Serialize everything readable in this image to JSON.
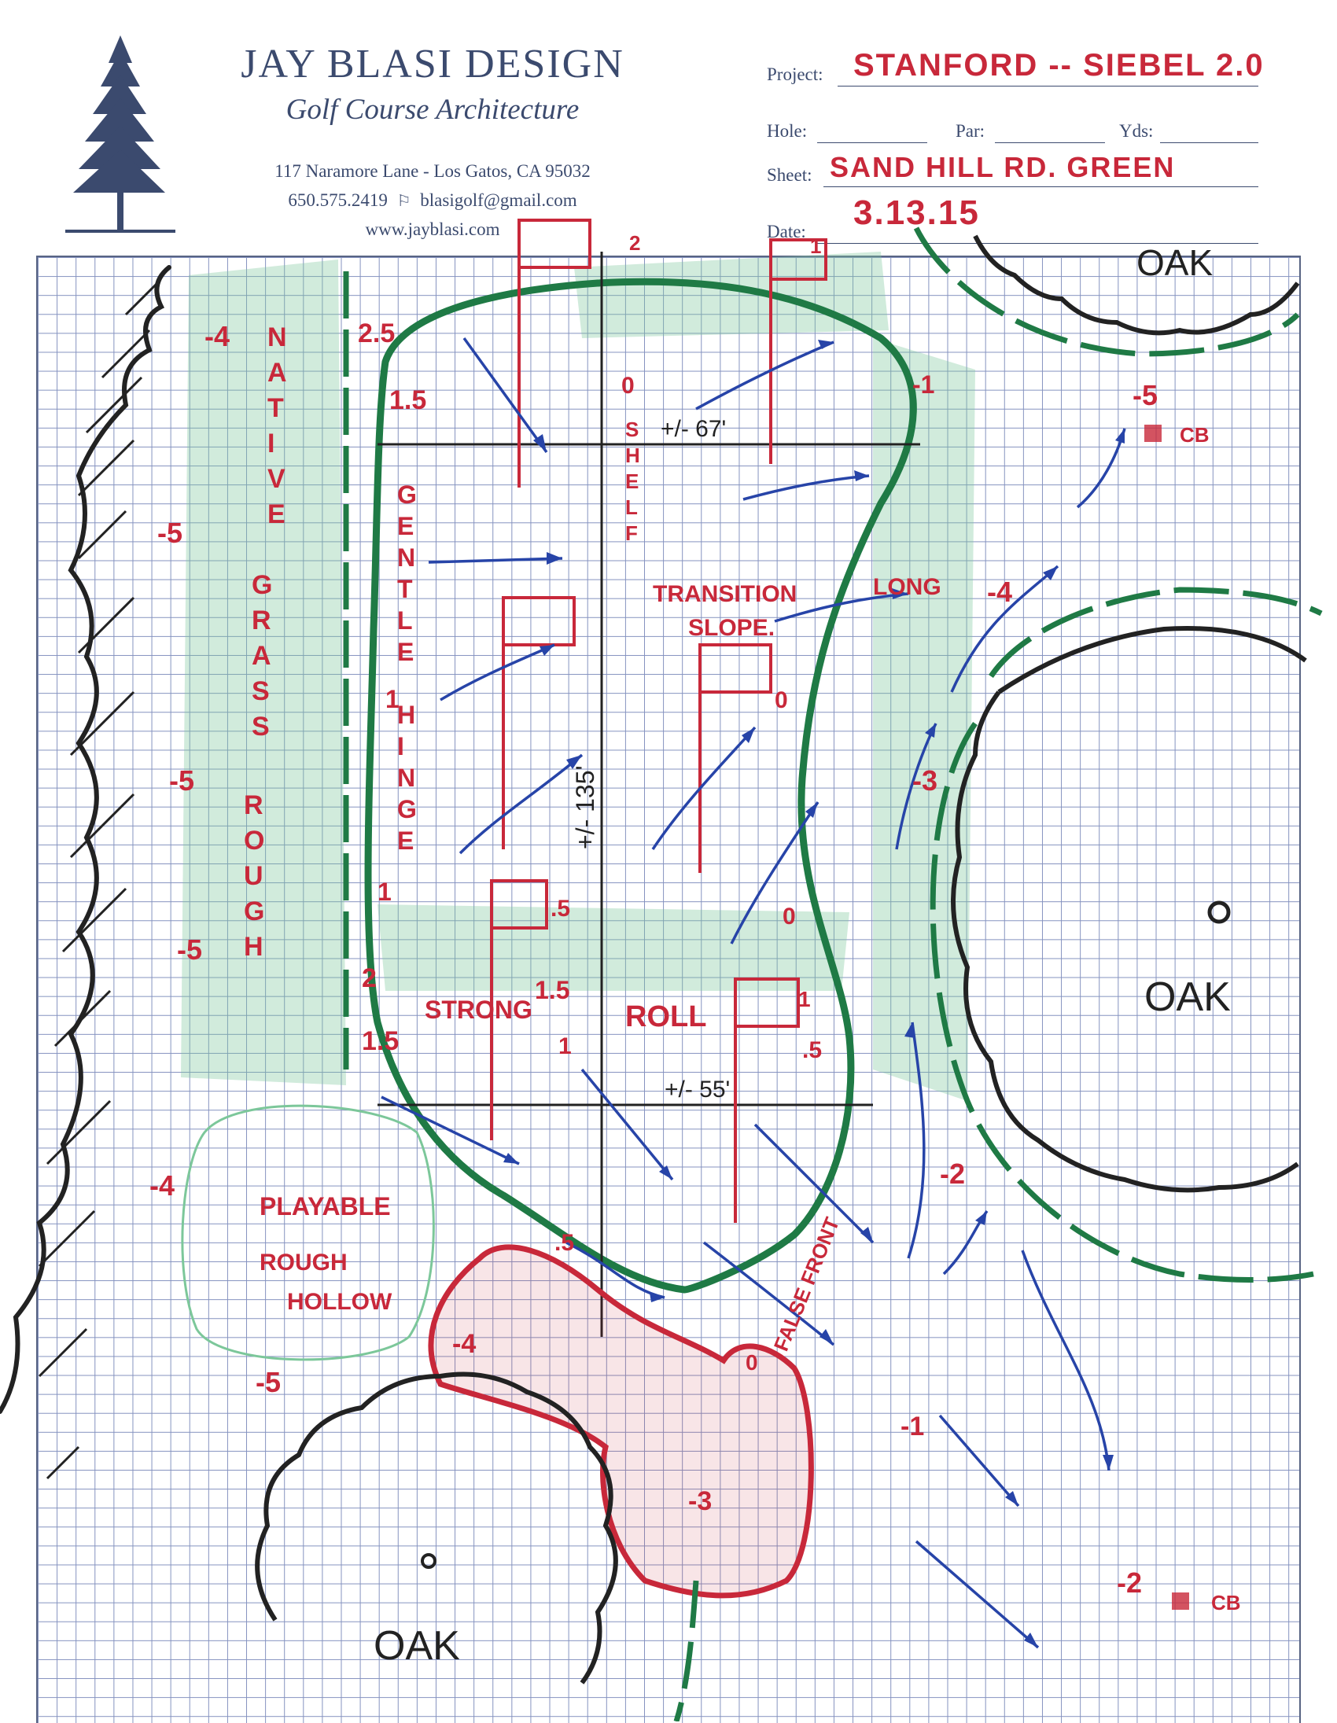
{
  "letterhead": {
    "company_name": "JAY BLASI DESIGN",
    "tagline": "Golf Course Architecture",
    "address": "117 Naramore Lane - Los Gatos, CA 95032",
    "phone": "650.575.2419",
    "email": "blasigolf@gmail.com",
    "website": "www.jayblasi.com",
    "logo_icon": "pine-tree-icon",
    "email_icon": "flag-icon"
  },
  "form": {
    "project_label": "Project:",
    "project_value": "STANFORD -- SIEBEL 2.0",
    "hole_label": "Hole:",
    "par_label": "Par:",
    "yds_label": "Yds:",
    "sheet_label": "Sheet:",
    "sheet_value": "SAND HILL RD. GREEN",
    "date_label": "Date:",
    "date_value": "3.13.15"
  },
  "plan": {
    "oak_top_right": "OAK",
    "oak_right": "OAK",
    "oak_bottom": "OAK",
    "native_rough": [
      "N",
      "A",
      "T",
      "I",
      "V",
      "E",
      "",
      "G",
      "R",
      "A",
      "S",
      "S",
      "",
      "R",
      "O",
      "U",
      "G",
      "H"
    ],
    "gentle_hinge": [
      "G",
      "E",
      "N",
      "T",
      "L",
      "E",
      "",
      "H",
      "I",
      "N",
      "G",
      "E"
    ],
    "shelf": [
      "S",
      "H",
      "E",
      "L",
      "F"
    ],
    "long_transition": "LONG",
    "transition": "TRANSITION",
    "slope": "SLOPE.",
    "strong": "STRONG",
    "roll": "ROLL",
    "playable": "PLAYABLE",
    "rough": "ROUGH",
    "hollow": "HOLLOW",
    "false_front": "FALSE FRONT",
    "width_top": "+/- 67'",
    "width_bottom": "+/- 55'",
    "length": "+/- 135'",
    "cb": "CB",
    "elevations": {
      "e_m4_a": "-4",
      "e_m5_a": "-5",
      "e_m5_b": "-5",
      "e_m5_c": "-5",
      "e_m4_b": "-4",
      "e_m5_d": "-5",
      "e_2_5": "2.5",
      "e_1_5_a": "1.5",
      "e_2": "2",
      "e_1_5_b": "1.5",
      "e_1_a": "1",
      "e_1_b": "1",
      "e_1_5_c": "1.5",
      "e_1_c": "1",
      "e_0_5_a": ".5",
      "e_0_5_b": ".5",
      "e_0_5_c": ".5",
      "e_1_d": "1",
      "e_0_a": "0",
      "e_0_b": "0",
      "e_0_c": "0",
      "e_0_d": "0",
      "e_m1_a": "-1",
      "e_1_top": "1",
      "e_2_top": "2",
      "e_m5_r": "-5",
      "e_m4_r": "-4",
      "e_m3_r": "-3",
      "e_m2_r": "-2",
      "e_m1_r": "-1",
      "e_m2_b": "-2",
      "e_m4_bunker": "-4",
      "e_m3_bunker": "-3"
    }
  },
  "colors": {
    "letterhead_blue": "#3b4a6e",
    "grid_blue": "#6f7fb5",
    "marker_red": "#c8283a",
    "marker_green": "#1f7a45",
    "marker_blue": "#2744a8",
    "pencil_green": "#7cc79a",
    "ink_black": "#222222"
  }
}
